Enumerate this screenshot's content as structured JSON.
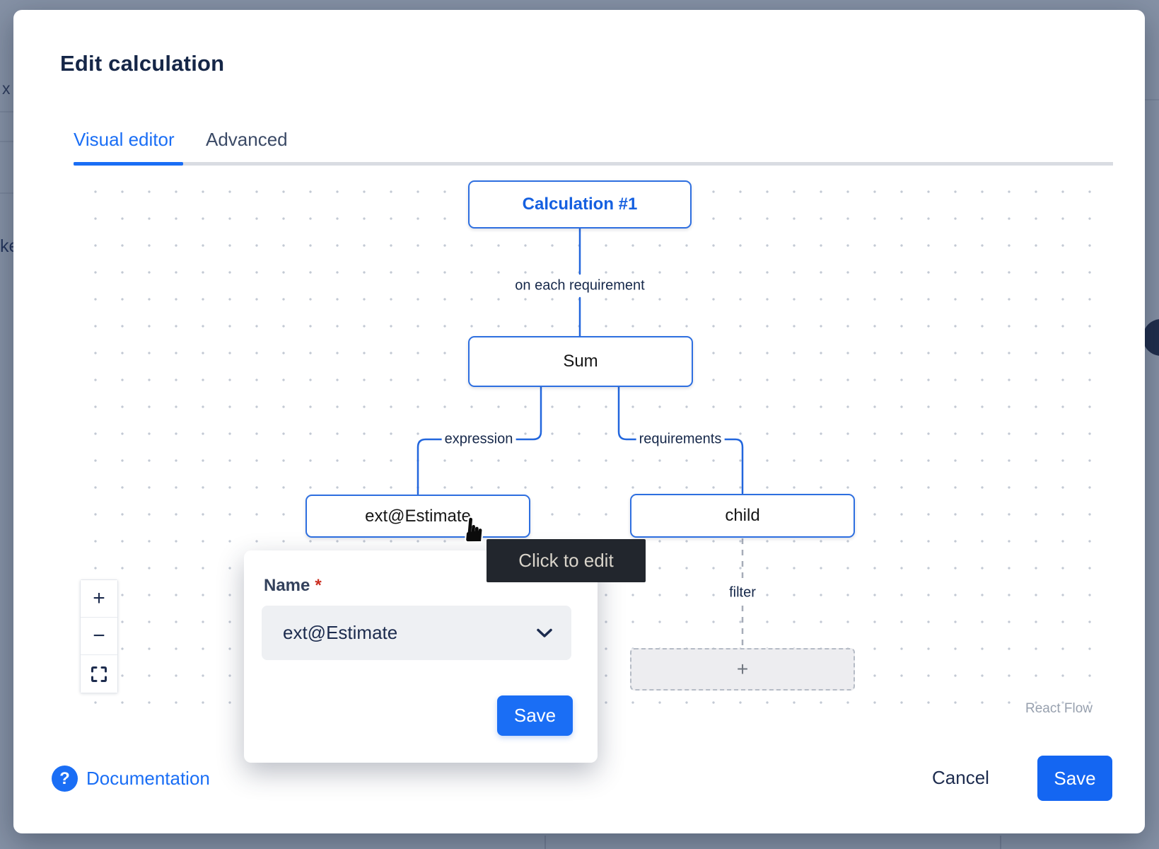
{
  "background": {
    "partial_text_top": "x",
    "partial_text_middle": "ke"
  },
  "modal": {
    "title": "Edit calculation",
    "tabs": {
      "visual_editor": "Visual editor",
      "advanced": "Advanced"
    },
    "footer": {
      "documentation": "Documentation",
      "help_icon": "?",
      "cancel": "Cancel",
      "save": "Save"
    }
  },
  "flow": {
    "nodes": {
      "calculation": "Calculation #1",
      "sum": "Sum",
      "expression_value": "ext@Estimate",
      "child": "child",
      "add_placeholder": "+"
    },
    "edges": {
      "on_each": "on each requirement",
      "expression": "expression",
      "requirements": "requirements",
      "filter": "filter"
    },
    "controls": {
      "zoom_in": "+",
      "zoom_out": "−"
    },
    "attribution": "React Flow"
  },
  "popover": {
    "name_label": "Name",
    "required": "*",
    "value": "ext@Estimate",
    "save": "Save"
  },
  "tooltip": "Click to edit",
  "colors": {
    "accent": "#1a6ef5",
    "node_border": "#2e6fe0",
    "edge": "#2266dd",
    "backdrop": "#8692a6",
    "tooltip_bg": "#22262d",
    "danger": "#cb2f21"
  }
}
